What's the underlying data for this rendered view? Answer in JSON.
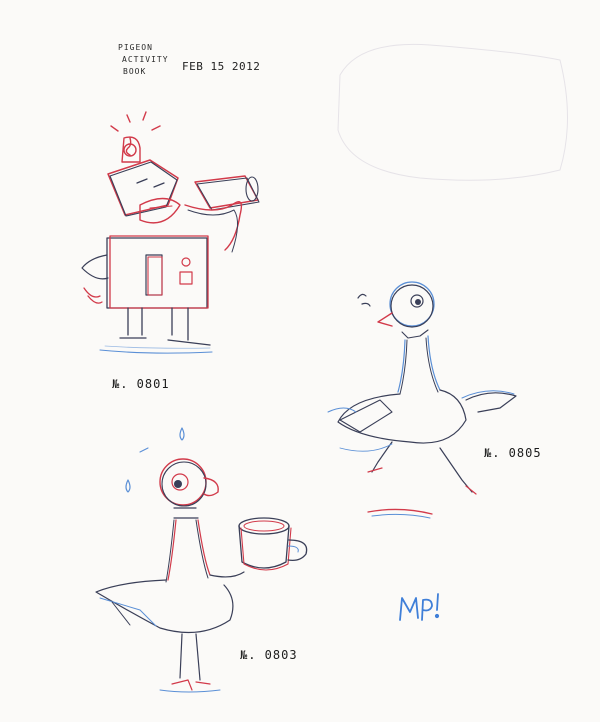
{
  "stamp": {
    "lines": [
      "PIGEON",
      "ACTIVITY",
      "BOOK"
    ],
    "date": "FEB 15 2012"
  },
  "labels": {
    "robot": "№. 0801",
    "running_pigeon": "№. 0805",
    "coffee_pigeon": "№. 0803"
  },
  "signature": {
    "text": "MP!"
  },
  "colors": {
    "red_pencil": "#d23a4a",
    "blue_pencil": "#5a8fd6",
    "graphite": "#3a3f58",
    "signature": "#3f7fd8"
  }
}
